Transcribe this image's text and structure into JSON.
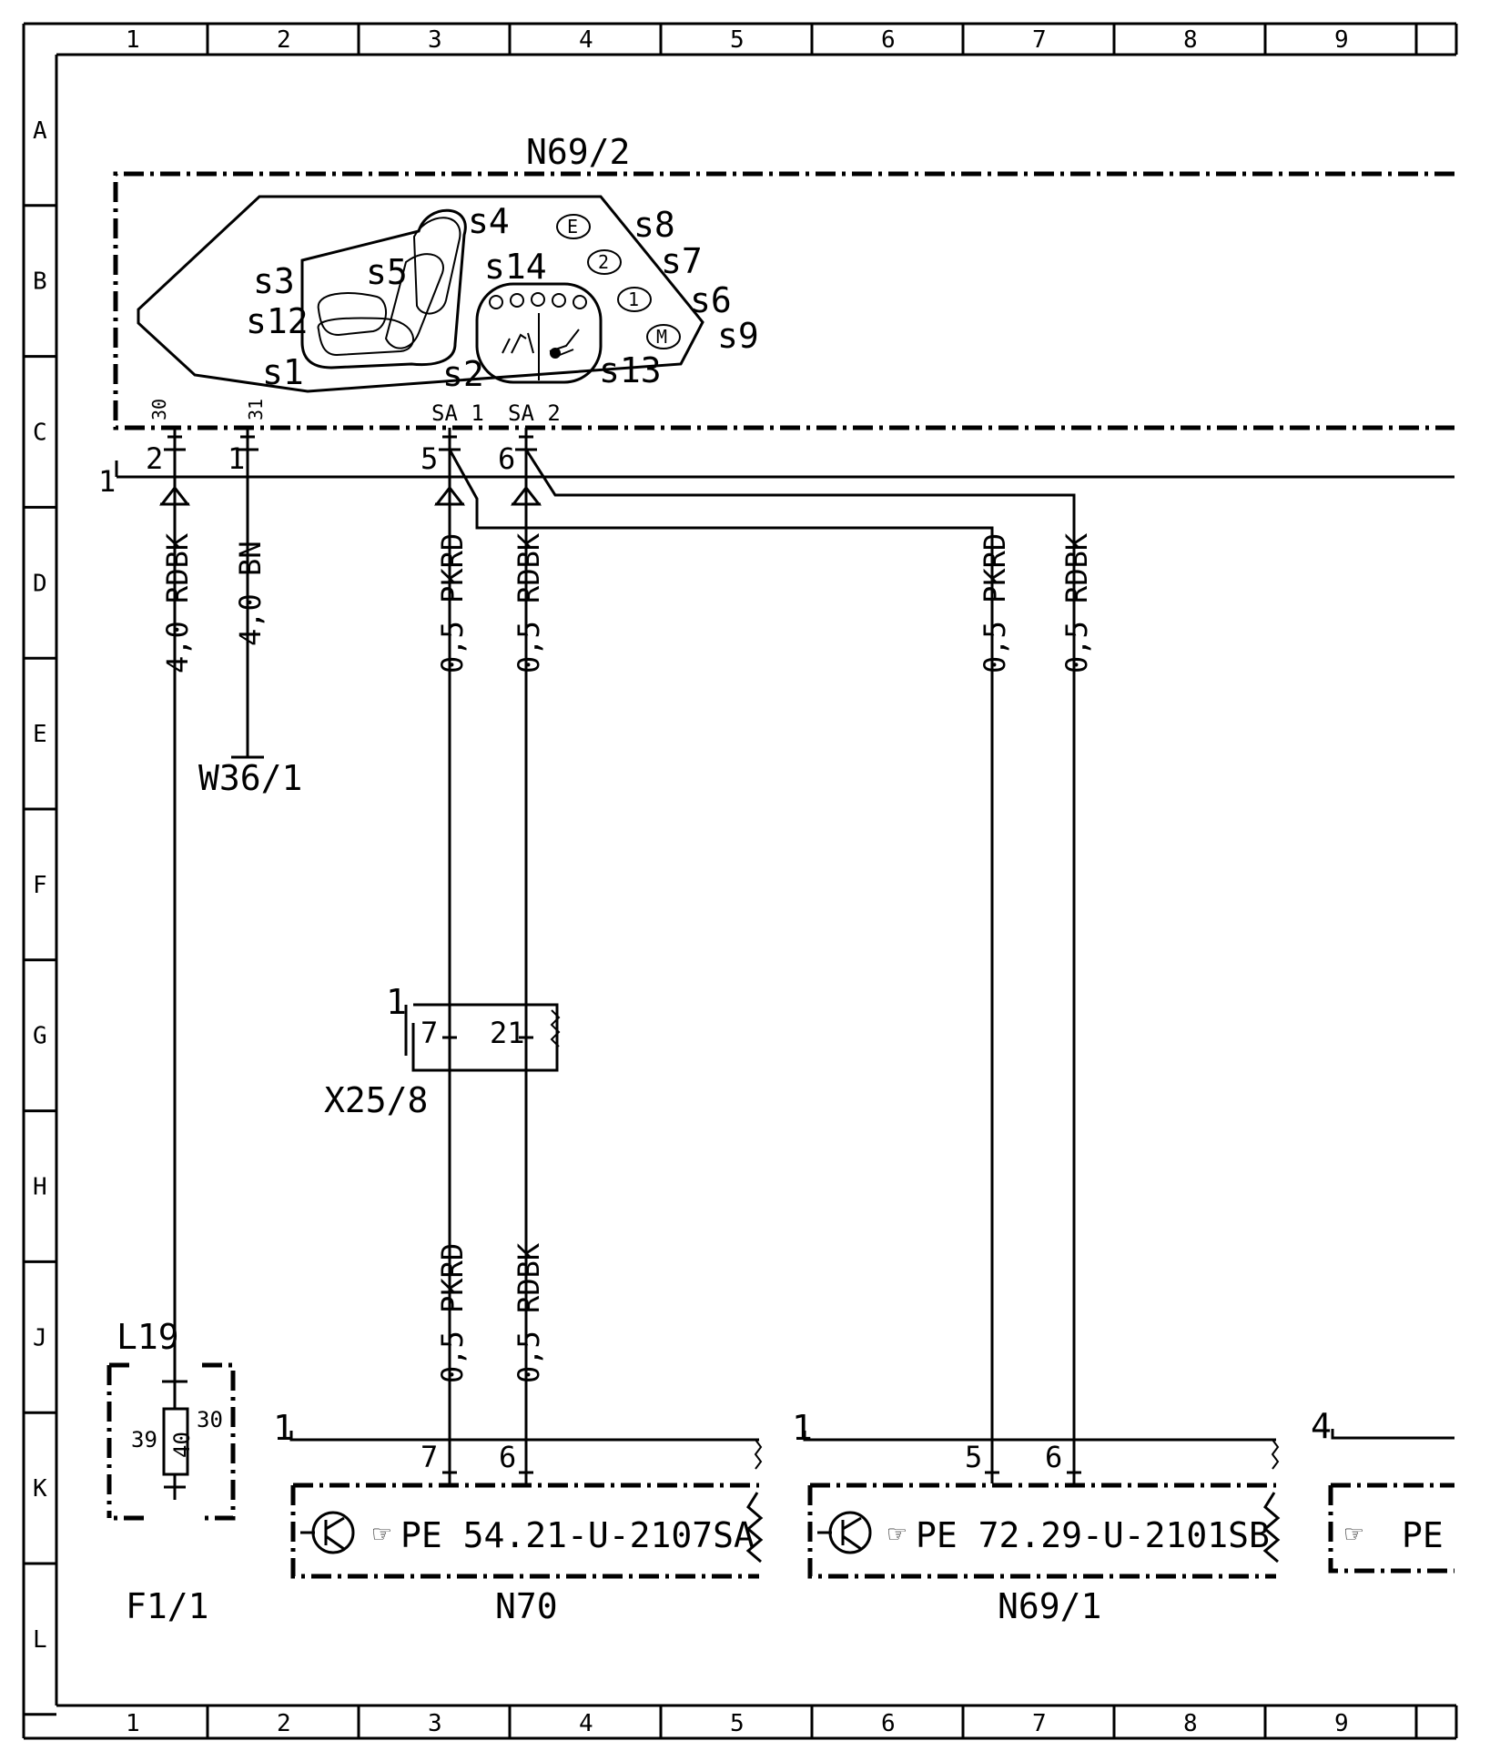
{
  "grid": {
    "columns": [
      "1",
      "2",
      "3",
      "4",
      "5",
      "6",
      "7",
      "8",
      "9"
    ],
    "rows": [
      "A",
      "B",
      "C",
      "D",
      "E",
      "F",
      "G",
      "H",
      "J",
      "K",
      "L"
    ]
  },
  "components": {
    "n69_2": {
      "label": "N69/2",
      "switches": [
        "s1",
        "s2",
        "s3",
        "s4",
        "s5",
        "s6",
        "s7",
        "s8",
        "s9",
        "s12",
        "s13",
        "s14"
      ],
      "buttons": [
        "E",
        "2",
        "1",
        "M"
      ],
      "pins": {
        "p30": "30",
        "p31": "31",
        "sa1": "SA 1",
        "sa2": "SA 2"
      },
      "pin_numbers": {
        "n2": "2",
        "n1": "1",
        "n5": "5",
        "n6": "6"
      },
      "connector_ref": "1"
    },
    "w36_1": {
      "label": "W36/1"
    },
    "x25_8": {
      "label": "X25/8",
      "ref": "1",
      "pins": {
        "p7": "7",
        "p21": "21"
      }
    },
    "f1_1": {
      "label": "F1/1",
      "fuse": "L19",
      "pins": {
        "p39": "39",
        "p30": "30",
        "fuse_value": "40"
      }
    },
    "n70": {
      "label": "N70",
      "ref": "1",
      "pins": {
        "p7": "7",
        "p6": "6"
      },
      "pe_ref": "PE  54.21-U-2107SA"
    },
    "n69_1": {
      "label": "N69/1",
      "ref": "1",
      "pins": {
        "p5": "5",
        "p6": "6"
      },
      "pe_ref": "PE  72.29-U-2101SB"
    },
    "right_stub": {
      "ref": "4",
      "pe_ref": "PE"
    }
  },
  "wires": {
    "w1": "4,0 RDBK",
    "w2": "4,0 BN",
    "w3": "0,5 PKRD",
    "w4": "0,5 RDBK",
    "w5": "0,5 PKRD",
    "w6": "0,5 RDBK",
    "w7": "0,5 PKRD",
    "w8": "0,5 RDBK"
  }
}
